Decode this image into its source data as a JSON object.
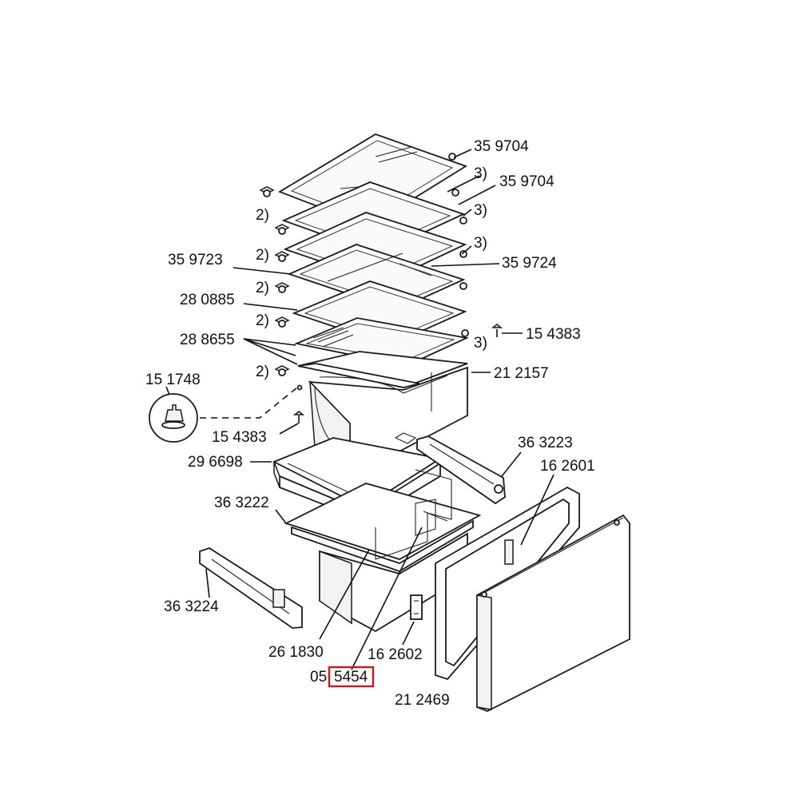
{
  "highlight_color": "#d0141c",
  "labels": {
    "p359704_a": "35 9704",
    "n3_a": "3)",
    "p359704_b": "35 9704",
    "n3_b": "3)",
    "n2_a": "2)",
    "n3_c": "3)",
    "p359723": "35 9723",
    "n2_b": "2)",
    "p359724": "35 9724",
    "n2_c": "2)",
    "p280885": "28 0885",
    "n2_d": "2)",
    "p154383_a": "15 4383",
    "p288655": "28 8655",
    "n3_d": "3)",
    "n2_e": "2)",
    "p212157": "21 2157",
    "p151748": "15 1748",
    "p154383_b": "15 4383",
    "p363223": "36 3223",
    "p296698": "29 6698",
    "p162601": "16 2601",
    "p363222": "36 3222",
    "p363224": "36 3224",
    "p261830": "26 1830",
    "p162602": "16 2602",
    "p05_prefix": "05",
    "p05_highlight": "5454",
    "p212469": "21 2469"
  }
}
